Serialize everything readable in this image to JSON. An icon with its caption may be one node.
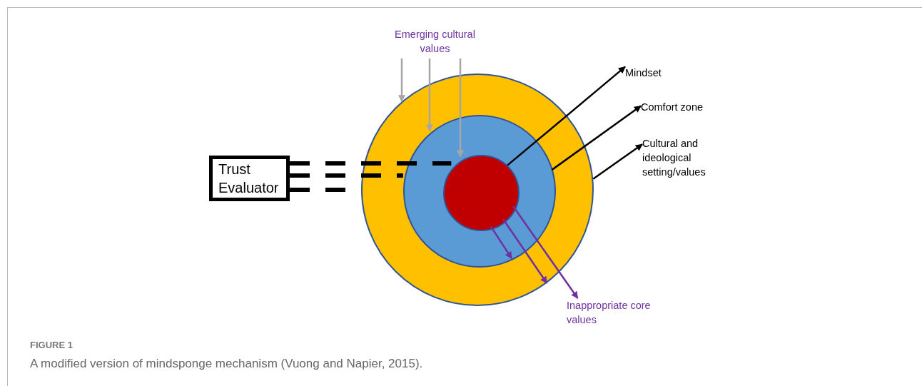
{
  "diagram": {
    "caption": "A modified version of mindsponge mechanism (Vuong and Napier, 2015).",
    "nodes": [
      {
        "text": [
          "Trust Evaluator"
        ]
      },
      {
        "text": [],
        "shape": "circle"
      },
      {
        "text": [],
        "shape": "circle",
        "in": 1
      },
      {
        "text": [],
        "shape": "circle",
        "in": 2
      },
      {
        "text": [
          "Emerging cultural values"
        ]
      },
      {
        "text": [
          "Mindset"
        ]
      },
      {
        "text": [
          "Comfort zone"
        ]
      },
      {
        "text": [
          "Cultural and ideological setting/values"
        ]
      },
      {
        "text": [
          "Inappropriate core values"
        ]
      }
    ],
    "edges": [
      {
        "from": 0,
        "to": 3,
        "arrow": "none",
        "style": "dashed"
      },
      {
        "from": 0,
        "to": 2,
        "arrow": "none",
        "style": "dashed"
      },
      {
        "from": 0,
        "to": 1,
        "arrow": "none",
        "style": "dashed"
      },
      {
        "from": 4,
        "to": 1,
        "arrow": "to",
        "color": "#a6a6a6"
      },
      {
        "from": 4,
        "to": 2,
        "arrow": "to",
        "color": "#a6a6a6"
      },
      {
        "from": 4,
        "to": 3,
        "arrow": "to",
        "color": "#a6a6a6"
      },
      {
        "from": 3,
        "to": 5,
        "arrow": "to"
      },
      {
        "from": 2,
        "to": 6,
        "arrow": "to"
      },
      {
        "from": 1,
        "to": 7,
        "arrow": "to"
      },
      {
        "from": 3,
        "to": 2,
        "arrow": "to",
        "color": "#7030a0"
      },
      {
        "from": 3,
        "to": 1,
        "arrow": "to",
        "color": "#7030a0"
      },
      {
        "from": 3,
        "to": 8,
        "arrow": "to",
        "color": "#7030a0"
      }
    ],
    "labels": [
      "FIGURE 1"
    ]
  }
}
